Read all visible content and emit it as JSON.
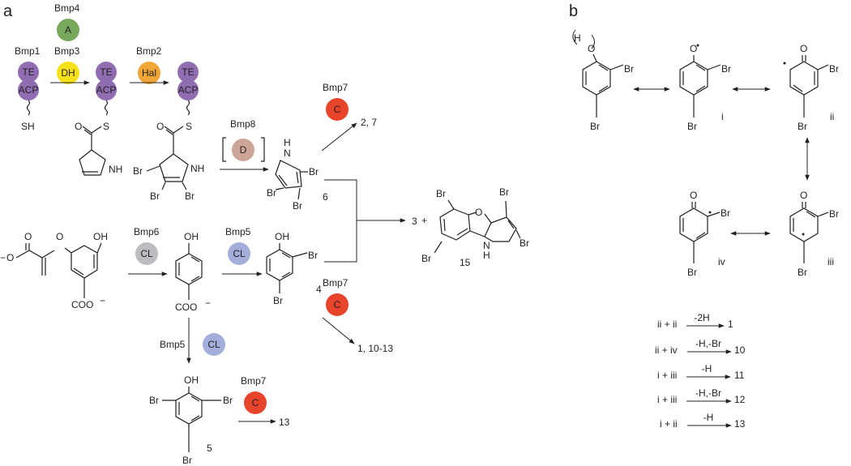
{
  "panels": {
    "a": "a",
    "b": "b"
  },
  "colors": {
    "purple": "#8f6db0",
    "green": "#77a85b",
    "yellow": "#f5e11a",
    "orange": "#f0a637",
    "red": "#e8432b",
    "tan": "#cda597",
    "gray": "#bcbdc0",
    "lavender": "#a3aedb"
  },
  "domains": {
    "te": "TE",
    "acp": "ACP",
    "a": "A",
    "dh": "DH",
    "hal": "Hal",
    "c": "C",
    "d": "D",
    "cl": "CL"
  },
  "enzymes": {
    "bmp1": "Bmp1",
    "bmp2": "Bmp2",
    "bmp3": "Bmp3",
    "bmp4": "Bmp4",
    "bmp5": "Bmp5",
    "bmp6": "Bmp6",
    "bmp7": "Bmp7",
    "bmp8": "Bmp8"
  },
  "atoms": {
    "sh": "SH",
    "s": "S",
    "o": "O",
    "oh": "OH",
    "nh": "NH",
    "h": "H",
    "br": "Br",
    "coo": "COO",
    "minus": "−",
    "plus": "+",
    "nh_first": "N",
    "nh_second": "H"
  },
  "products": {
    "p27": "2, 7",
    "p3": "3",
    "p_1_10_13": "1, 10-13",
    "p13": "13",
    "n4": "4",
    "n5": "5",
    "n6": "6",
    "n15": "15"
  },
  "resonance": {
    "i": "i",
    "ii": "ii",
    "iii": "iii",
    "iv": "iv"
  },
  "couplings": [
    {
      "reactants": "ii + ii",
      "condition": "-2H",
      "product": "1"
    },
    {
      "reactants": "ii + iv",
      "condition": "-H,-Br",
      "product": "10"
    },
    {
      "reactants": "i + iii",
      "condition": "-H",
      "product": "11"
    },
    {
      "reactants": "i + iii",
      "condition": "-H,-Br",
      "product": "12"
    },
    {
      "reactants": "i + ii",
      "condition": "-H",
      "product": "13"
    }
  ]
}
